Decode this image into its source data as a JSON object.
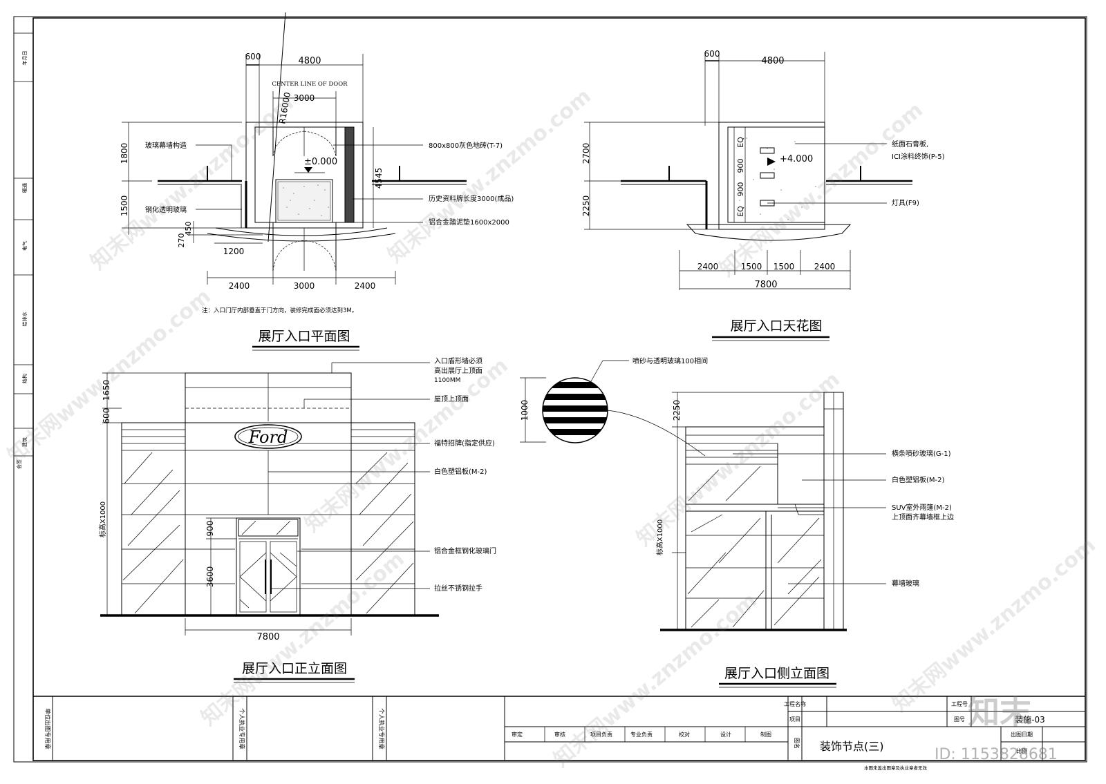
{
  "side_strip": [
    "年月日",
    "暖通",
    "电气",
    "给排水",
    "结构",
    "建筑",
    "会签"
  ],
  "plan": {
    "title": "展厅入口平面图",
    "dim_600": "600",
    "dim_4800": "4800",
    "dim_3000": "3000",
    "dim_r16000": "R16000",
    "center_line": "CENTER LINE OF DOOR",
    "dim_1800": "1800",
    "dim_1500": "1500",
    "dim_450": "450",
    "dim_270": "270",
    "dim_1200": "1200",
    "dim_4545": "4545",
    "level": "±0.000",
    "bottom_2400a": "2400",
    "bottom_3000": "3000",
    "bottom_2400b": "2400",
    "note": "注：入口门厅内部垂直于门方向，装修完成面必须达到3M。",
    "labels": {
      "curtain_wall": "玻璃幕墙构造",
      "tempered_glass": "钢化透明玻璃",
      "floor_tile": "800x800灰色地砖(T-7)",
      "history_board": "历史资料牌长度3000(成品)",
      "mat": "铝合金踏泥垫1600x2000"
    }
  },
  "ceiling": {
    "title": "展厅入口天花图",
    "dim_600": "600",
    "dim_4800": "4800",
    "dim_2700": "2700",
    "dim_2250": "2250",
    "eq_top": "EQ",
    "dim_900a": "900",
    "dim_900b": "900",
    "eq_bottom": "EQ",
    "level": "+4.000",
    "bottom_2400a": "2400",
    "bottom_1500a": "1500",
    "bottom_1500b": "1500",
    "bottom_2400b": "2400",
    "total": "7800",
    "labels": {
      "gypsum_1": "纸面石膏板,",
      "gypsum_2": "ICI涂料终饰(P-5)",
      "light": "灯具(F9)"
    }
  },
  "front": {
    "title": "展厅入口正立面图",
    "dim_1650": "1650",
    "dim_600": "600",
    "height_label": "标高X1000",
    "dim_900": "900",
    "dim_3600": "3600",
    "total": "7800",
    "logo": "Ford",
    "labels": {
      "wall_1": "入口盾形墙必须",
      "wall_2": "高出展厅上顶面",
      "wall_3": "1100MM",
      "roof": "屋顶上顶面",
      "sign": "福特招牌(指定供应)",
      "panel": "白色塑铝板(M-2)",
      "door": "铝合金框钢化玻璃门",
      "handle": "拉丝不锈钢拉手"
    }
  },
  "detail": {
    "label": "喷砂与透明玻璃100相间",
    "dim_1000": "1000"
  },
  "side": {
    "title": "展厅入口侧立面图",
    "dim_2250": "2250",
    "height_label": "标高X1000",
    "labels": {
      "frosted": "横条喷砂玻璃(G-1)",
      "panel": "白色塑铝板(M-2)",
      "canopy_1": "SUV室外雨篷(M-2)",
      "canopy_2": "上顶面齐幕墙框上边",
      "curtain": "幕墙玻璃"
    }
  },
  "title_block": {
    "unit_seal": "单位出图专用章",
    "personal_seal_1": "个人执业专用章",
    "personal_seal_2": "个人执业专用章",
    "project_name_label": "工程名称",
    "project_label": "项目",
    "project_no_label": "工程号",
    "drawing_no_label": "图号",
    "drawing_no_value": "装施-03",
    "roles": [
      "审定",
      "审核",
      "项目负责",
      "专业负责",
      "校对",
      "设计",
      "制图"
    ],
    "figure_name_label": "图名",
    "drawing_title": "装饰节点(三)",
    "date_label": "出图日期",
    "ratio_label": "比例",
    "footer_note": "本图未盖出图章及执业章者无效"
  },
  "watermark": {
    "text": "知末网www.znzmo.com",
    "brand": "知末",
    "id": "ID: 1153828681"
  }
}
